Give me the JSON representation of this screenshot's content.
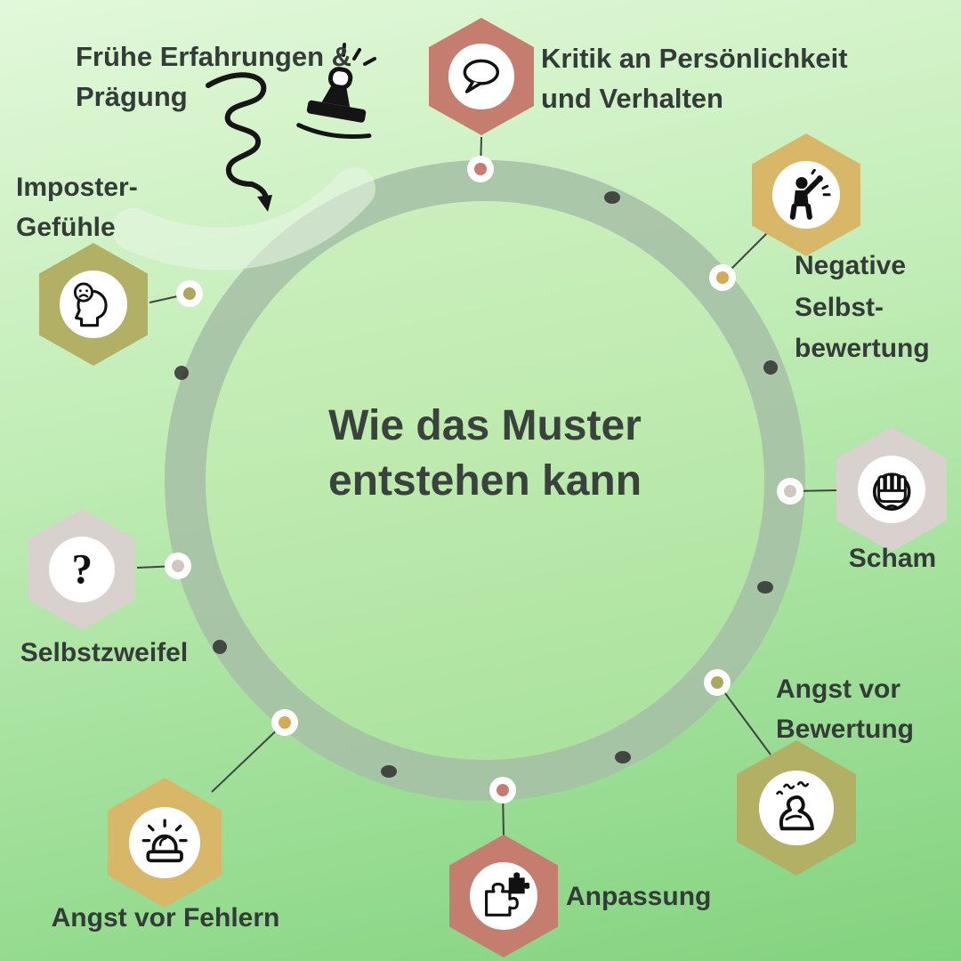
{
  "page": {
    "title": "Wie das Muster\nentstehen kann"
  },
  "intro": {
    "label": "Frühe Erfahrungen &\nPrägung"
  },
  "nodes": {
    "kritik": {
      "label": "Kritik an Persönlichkeit\nund Verhalten",
      "color": "#c57d6f",
      "icon": "speech-bubble"
    },
    "negative": {
      "label": "Negative\nSelbst-\nbewertung",
      "color": "#d8b868",
      "icon": "angry-person"
    },
    "scham": {
      "label": "Scham",
      "color": "#d8d1cd",
      "icon": "facepalm"
    },
    "bewertung": {
      "label": "Angst vor\nBewertung",
      "color": "#b1b064",
      "icon": "anxious-person"
    },
    "anpassung": {
      "label": "Anpassung",
      "color": "#c57d6f",
      "icon": "puzzle-pieces"
    },
    "fehler": {
      "label": "Angst vor Fehlern",
      "color": "#d8b868",
      "icon": "alarm-light"
    },
    "zweifel": {
      "label": "Selbstzweifel",
      "color": "#d8d1cd",
      "icon": "question-mark"
    },
    "imposter": {
      "label": "Imposter-\nGefühle",
      "color": "#b1b064",
      "icon": "sad-mask-head"
    }
  },
  "palette": {
    "background_top": "#e2f8da",
    "background_bottom": "#82d37f",
    "ring": "#a6c0a6",
    "salmon": "#c57d6f",
    "gold": "#d8b868",
    "warm_gray": "#d8d1cd",
    "olive": "#b1b064",
    "text": "#333c36"
  }
}
